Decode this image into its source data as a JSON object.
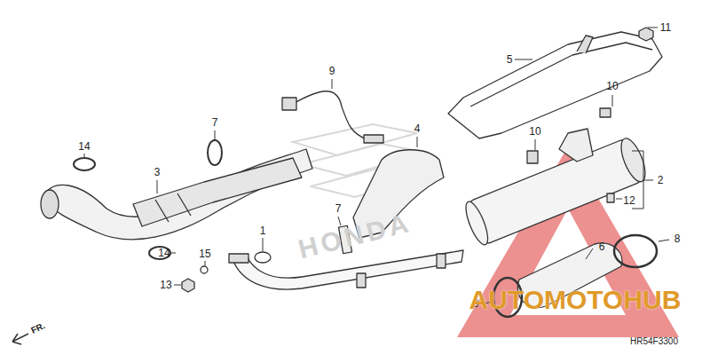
{
  "diagram": {
    "labels": [
      "11",
      "5",
      "9",
      "10",
      "7",
      "14",
      "4",
      "3",
      "10",
      "2",
      "12",
      "7",
      "1",
      "14",
      "15",
      "8",
      "HONDA",
      "13",
      "6",
      "8",
      "AUTOMOTOHUB",
      "FR.",
      "HR54F3300"
    ]
  }
}
